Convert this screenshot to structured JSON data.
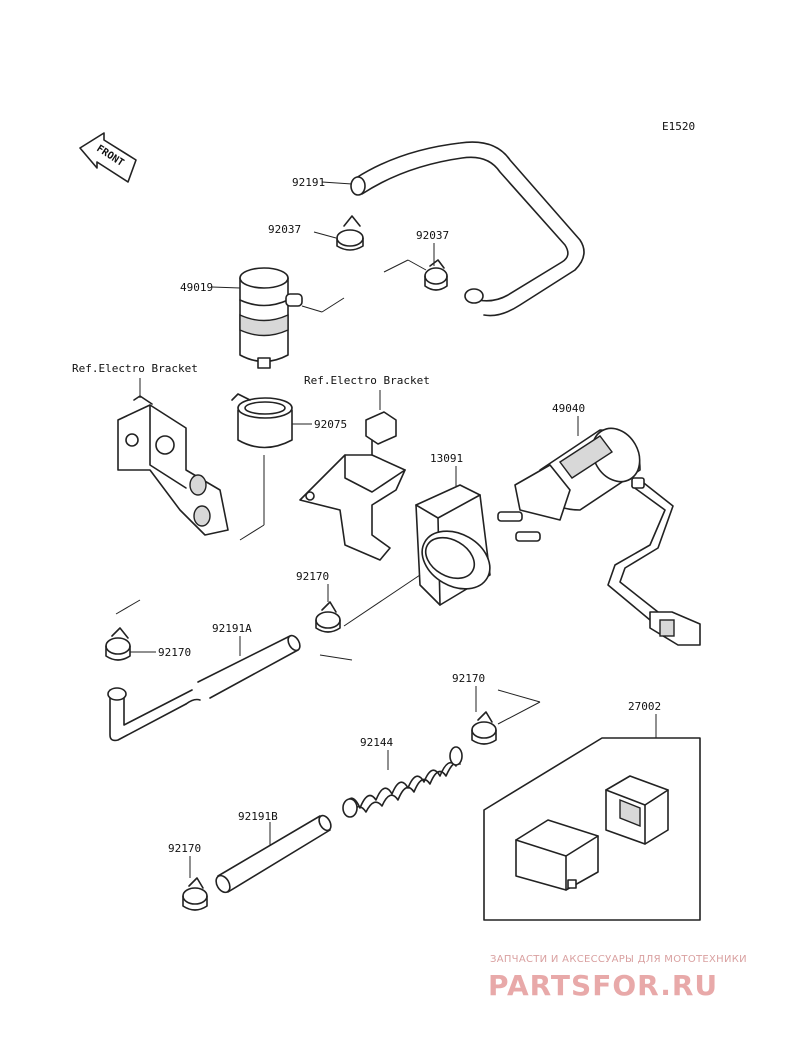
{
  "diagram_code": "E1520",
  "front_label": "FRONT",
  "ref_labels": {
    "left": "Ref.Electro Bracket",
    "right": "Ref.Electro Bracket"
  },
  "parts": {
    "p92191_top": "92191",
    "p92037_left": "92037",
    "p92037_right": "92037",
    "p49019": "49019",
    "p92075": "92075",
    "p13091": "13091",
    "p49040": "49040",
    "p92170_mid": "92170",
    "p92170_left": "92170",
    "p92191A": "92191A",
    "p92170_right": "92170",
    "p27002": "27002",
    "p92144": "92144",
    "p92191B": "92191B",
    "p92170_bottom": "92170"
  },
  "watermark": {
    "tagline": "ЗАПЧАСТИ И АКСЕССУАРЫ ДЛЯ МОТОТЕХНИКИ",
    "brand": "PARTSFOR.RU"
  }
}
